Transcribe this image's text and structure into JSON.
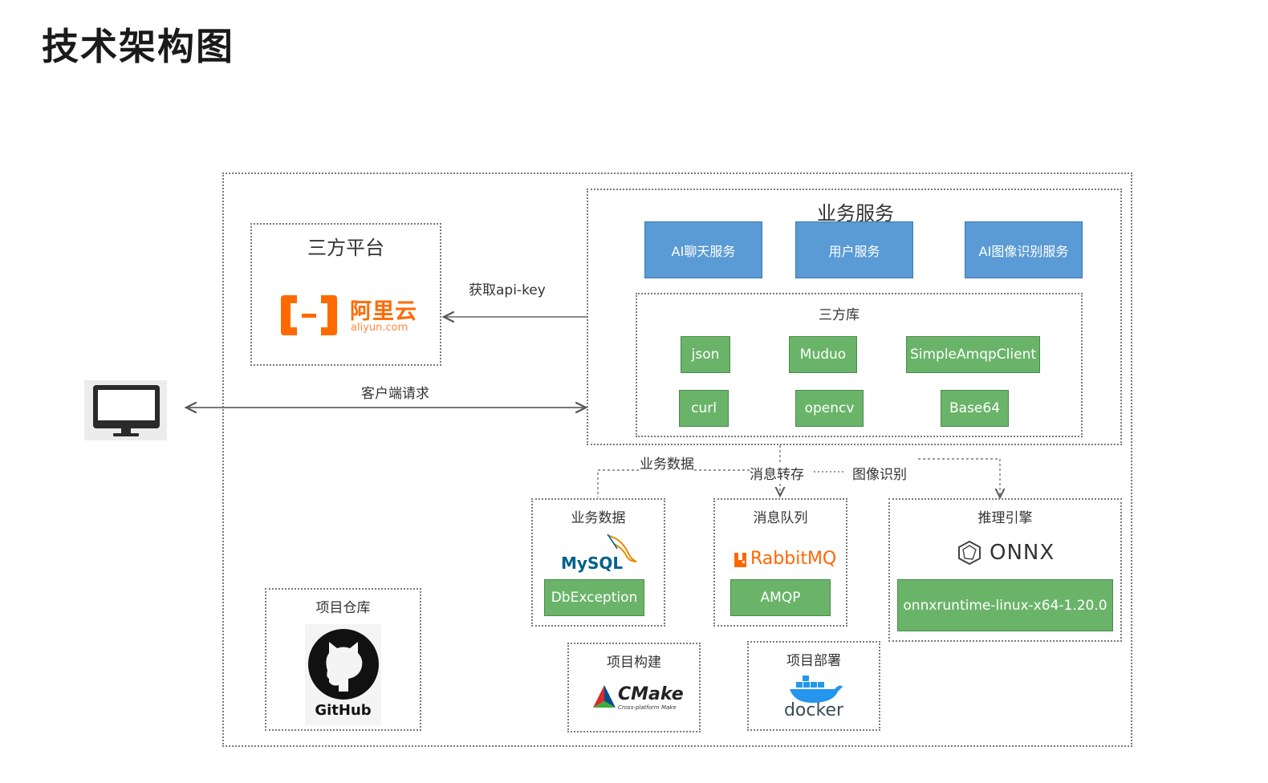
{
  "page": {
    "title": "技术架构图"
  },
  "third_party": {
    "title": "三方平台",
    "aliyun_cn": "阿里云",
    "aliyun_domain": "aliyun.com"
  },
  "edges": {
    "api_key": "获取api-key",
    "client_request": "客户端请求",
    "biz_data": "业务数据",
    "msg_store": "消息转存",
    "image_recog": "图像识别"
  },
  "business": {
    "title": "业务服务",
    "services": [
      "AI聊天服务",
      "用户服务",
      "AI图像识别服务"
    ]
  },
  "libs": {
    "title": "三方库",
    "items": [
      "json",
      "Muduo",
      "SimpleAmqpClient",
      "curl",
      "opencv",
      "Base64"
    ]
  },
  "storage": {
    "title": "业务数据",
    "logo": "MySQL",
    "component": "DbException"
  },
  "queue": {
    "title": "消息队列",
    "logo": "RabbitMQ",
    "component": "AMQP"
  },
  "inference": {
    "title": "推理引擎",
    "logo": "ONNX",
    "component": "onnxruntime-linux-x64-1.20.0"
  },
  "repo": {
    "title": "项目仓库",
    "logo": "GitHub"
  },
  "build": {
    "title": "项目构建",
    "logo": "CMake",
    "logo_sub": "Cross-platform Make"
  },
  "deploy": {
    "title": "项目部署",
    "logo": "docker"
  },
  "colors": {
    "service_blue": "#5b9bd5",
    "component_green": "#6ab46a",
    "aliyun_orange": "#ff6a00",
    "rabbit_orange": "#ff6600",
    "mysql_blue": "#00618a",
    "docker_blue": "#2496ed"
  },
  "icons": [
    "monitor-icon",
    "aliyun-logo",
    "mysql-logo",
    "rabbitmq-logo",
    "onnx-logo",
    "github-logo",
    "cmake-logo",
    "docker-logo"
  ]
}
